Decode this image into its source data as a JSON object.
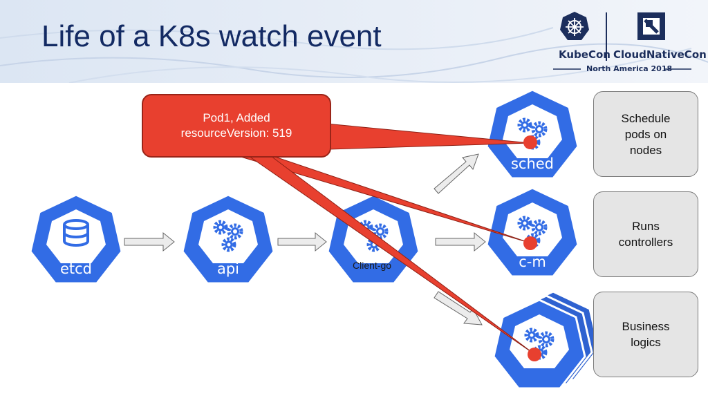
{
  "slide": {
    "title": "Life of a K8s watch event",
    "conference": {
      "kubecon": "KubeCon",
      "cloudnativecon": "CloudNativeCon",
      "edition": "North America 2018"
    }
  },
  "components": [
    {
      "id": "etcd",
      "label": "etcd",
      "icon": "database-icon"
    },
    {
      "id": "api",
      "label": "api",
      "icon": "gears-icon"
    },
    {
      "id": "client-go",
      "label": "Client-go",
      "icon": "gears-icon"
    },
    {
      "id": "sched",
      "label": "sched",
      "icon": "gears-icon"
    },
    {
      "id": "c-m",
      "label": "c-m",
      "icon": "gears-icon"
    },
    {
      "id": "business",
      "label": "",
      "icon": "gears-icon"
    }
  ],
  "callout": {
    "line1": "Pod1, Added",
    "line2": "resourceVersion: 519"
  },
  "descriptions": [
    {
      "text": "Schedule\npods on\nnodes"
    },
    {
      "text": "Runs\ncontrollers"
    },
    {
      "text": "Business\nlogics"
    }
  ],
  "colors": {
    "kubernetes_blue": "#326ce5",
    "event_red": "#e8402f",
    "title_navy": "#132a63",
    "box_gray": "#e5e5e5"
  }
}
